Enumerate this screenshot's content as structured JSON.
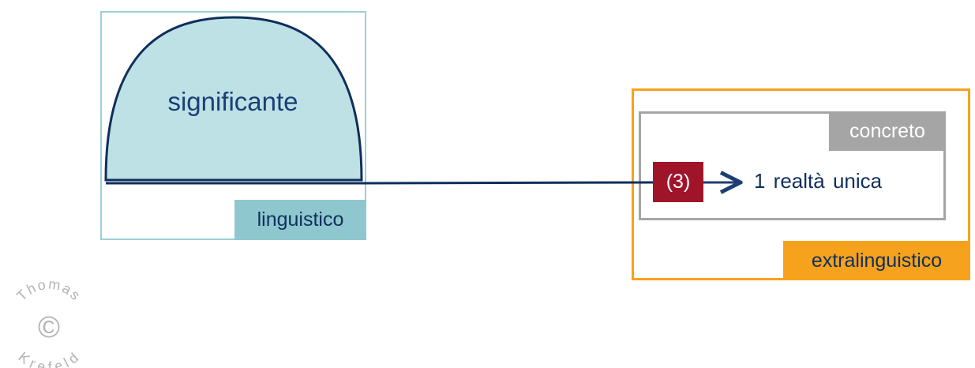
{
  "signifier": {
    "label": "significante"
  },
  "linguistic": {
    "label": "linguistico"
  },
  "extralinguistic": {
    "label": "extralinguistico"
  },
  "concrete": {
    "label": "concreto"
  },
  "reference": {
    "badge": "(3)",
    "text": "1 realtà unica"
  },
  "watermark": {
    "top": "Thomas",
    "bottom": "Krefeld",
    "symbol": "©"
  },
  "colors": {
    "navy": "#1b3f73",
    "teal_light": "#bde1e5",
    "teal_tag": "#8fc7cf",
    "orange": "#f7a21c",
    "gray": "#a5a5a5",
    "red": "#a0142a"
  }
}
